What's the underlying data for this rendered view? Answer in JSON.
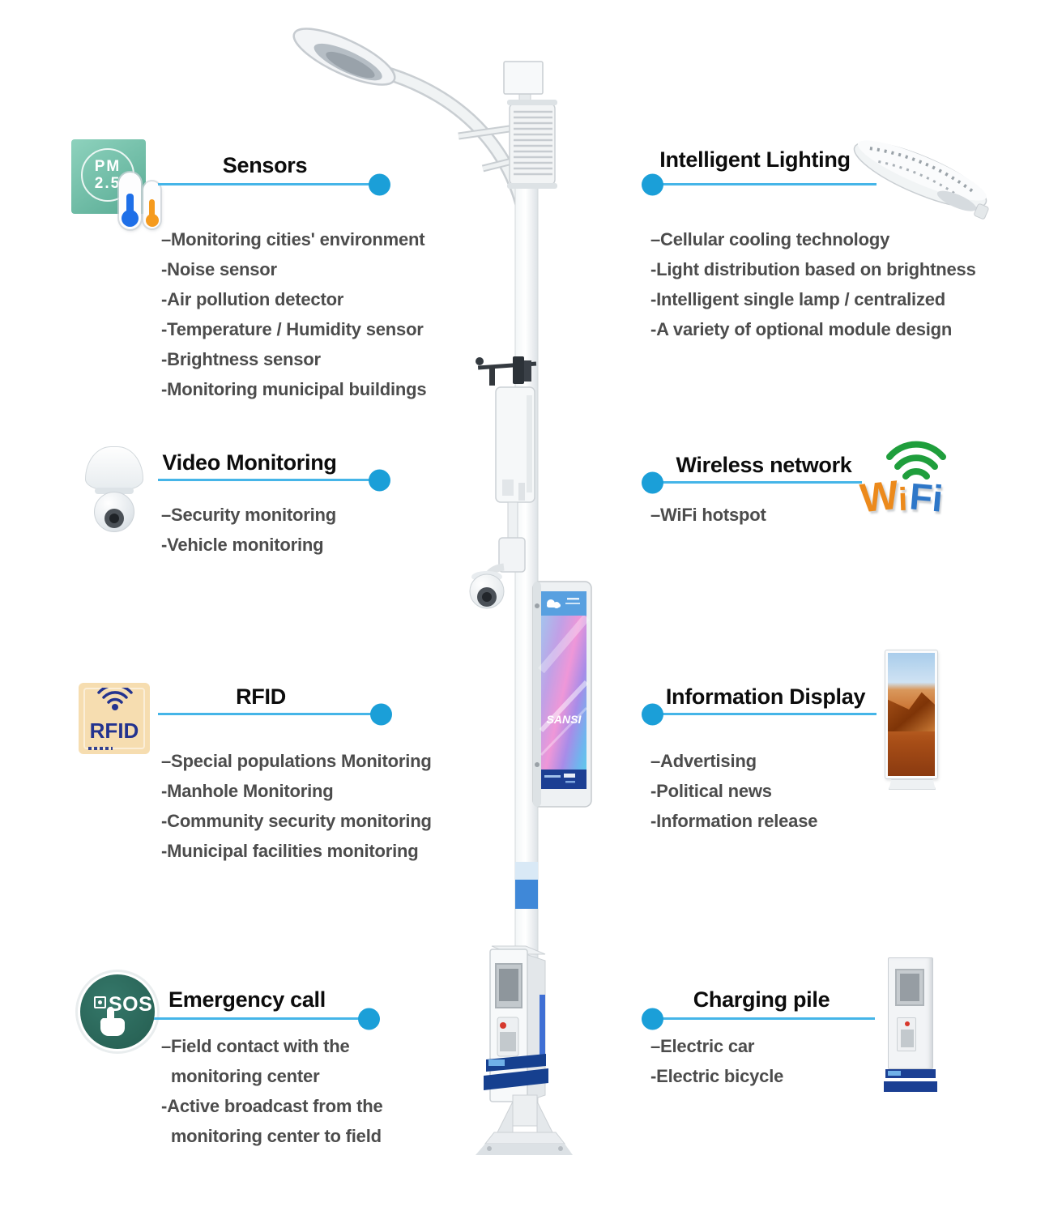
{
  "page": {
    "background": "#ffffff"
  },
  "sections": {
    "sensors": {
      "title": "Sensors",
      "items": [
        "–Monitoring cities' environment",
        "-Noise sensor",
        "-Air pollution detector",
        "-Temperature / Humidity sensor",
        "-Brightness sensor",
        "-Monitoring municipal buildings"
      ]
    },
    "intelligent_lighting": {
      "title": "Intelligent Lighting",
      "items": [
        "–Cellular cooling technology",
        "-Light distribution based on brightness",
        "-Intelligent single lamp / centralized",
        "-A variety of optional module design"
      ]
    },
    "video_monitoring": {
      "title": "Video Monitoring",
      "items": [
        "–Security monitoring",
        "-Vehicle monitoring"
      ]
    },
    "wireless_network": {
      "title": "Wireless network",
      "items": [
        "–WiFi hotspot"
      ]
    },
    "rfid": {
      "title": "RFID",
      "items": [
        "–Special populations Monitoring",
        "-Manhole Monitoring",
        "-Community security monitoring",
        "-Municipal facilities monitoring"
      ]
    },
    "information_display": {
      "title": "Information Display",
      "items": [
        "–Advertising",
        "-Political news",
        "-Information release"
      ]
    },
    "emergency_call": {
      "title": "Emergency call",
      "items": [
        "–Field contact with the",
        "  monitoring center",
        "-Active broadcast from the",
        "  monitoring center to field"
      ]
    },
    "charging_pile": {
      "title": "Charging pile",
      "items": [
        "–Electric car",
        "-Electric bicycle"
      ]
    }
  },
  "icons": {
    "pm25_top": "PM",
    "pm25_bottom": "2.5",
    "rfid_label": "RFID",
    "sos_label": "SOS",
    "wifi_w": "W",
    "wifi_i": "i",
    "wifi_fi": "Fi"
  },
  "pole": {
    "display_brand": "SANSI"
  },
  "colors": {
    "accent_line": "#45b5e8",
    "accent_dot": "#1b9fd8",
    "title_text": "#0c0c0c",
    "item_text": "#4c4c4c",
    "wifi_green": "#1f9e3c",
    "wifi_orange": "#ec8a1c",
    "wifi_blue": "#2e77c8",
    "sos_green": "#2e6e5f",
    "rfid_tan": "#f6ddb0",
    "rfid_navy": "#23338f",
    "pm25_teal": "#5fb8a1",
    "pole_band_blue": "#3f88d8",
    "display_band_navy": "#1c3f93"
  }
}
